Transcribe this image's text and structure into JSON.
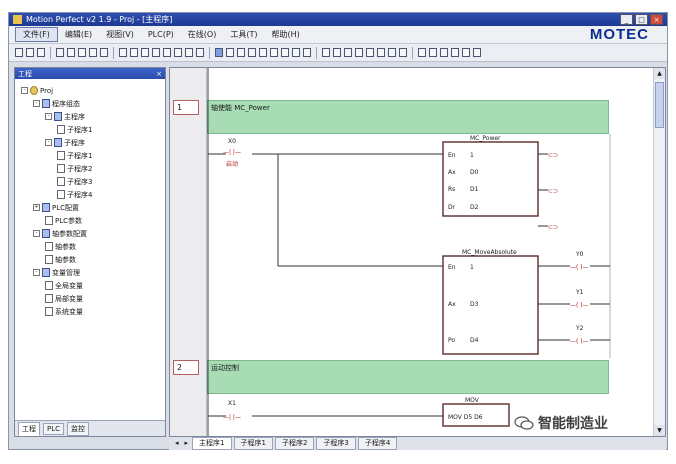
{
  "window": {
    "title": "Motion Perfect v2 1.9 - Proj - [主程序]",
    "controls": [
      "_",
      "□",
      "×"
    ]
  },
  "menu": {
    "items": [
      "文件(F)",
      "编辑(E)",
      "视图(V)",
      "PLC(P)",
      "在线(O)",
      "工具(T)",
      "帮助(H)"
    ],
    "logo": "MOTEC"
  },
  "sidebar": {
    "header": "工程",
    "close": "×",
    "tree": [
      {
        "label": "Proj",
        "depth": 0,
        "icon": "root-icon",
        "expander": "-"
      },
      {
        "label": "程序组态",
        "depth": 1,
        "icon": "folder-icon",
        "expander": "-"
      },
      {
        "label": "主程序",
        "depth": 2,
        "icon": "folder-icon",
        "expander": "-"
      },
      {
        "label": "子程序1",
        "depth": 3,
        "icon": "document-icon",
        "expander": ""
      },
      {
        "label": "子程序",
        "depth": 2,
        "icon": "folder-icon",
        "expander": "-"
      },
      {
        "label": "子程序1",
        "depth": 3,
        "icon": "document-icon",
        "expander": ""
      },
      {
        "label": "子程序2",
        "depth": 3,
        "icon": "document-icon",
        "expander": ""
      },
      {
        "label": "子程序3",
        "depth": 3,
        "icon": "document-icon",
        "expander": ""
      },
      {
        "label": "子程序4",
        "depth": 3,
        "icon": "document-icon",
        "expander": ""
      },
      {
        "label": "PLC配置",
        "depth": 1,
        "icon": "folder-icon",
        "expander": "+"
      },
      {
        "label": "PLC参数",
        "depth": 2,
        "icon": "document-icon",
        "expander": ""
      },
      {
        "label": "轴参数配置",
        "depth": 1,
        "icon": "folder-icon",
        "expander": "-"
      },
      {
        "label": "轴参数",
        "depth": 2,
        "icon": "document-icon",
        "expander": ""
      },
      {
        "label": "轴参数",
        "depth": 2,
        "icon": "document-icon",
        "expander": ""
      },
      {
        "label": "变量管理",
        "depth": 1,
        "icon": "folder-icon",
        "expander": "-"
      },
      {
        "label": "全局变量",
        "depth": 2,
        "icon": "document-icon",
        "expander": ""
      },
      {
        "label": "局部变量",
        "depth": 2,
        "icon": "document-icon",
        "expander": ""
      },
      {
        "label": "系统变量",
        "depth": 2,
        "icon": "document-icon",
        "expander": ""
      }
    ],
    "tabs": [
      "工程",
      "PLC",
      "监控"
    ]
  },
  "editor": {
    "networks": [
      {
        "number": "1",
        "title": "轴使能 MC_Power"
      },
      {
        "number": "2",
        "title": "运动控制"
      }
    ],
    "ladder": {
      "contact1_label": "X0",
      "contact1_sub": "启动",
      "block1_name": "MC_Power",
      "block1_pins": [
        "En",
        "Ax",
        "Rs",
        "Dr"
      ],
      "block1_vals": [
        "1",
        "D0",
        "D1",
        "D2"
      ],
      "block2_name": "MC_MoveAbsolute",
      "block2_pins": [
        "En",
        "Ax",
        "Po"
      ],
      "block2_vals": [
        "1",
        "D3",
        "D4"
      ],
      "coil_labels": [
        "Y0",
        "Y1",
        "Y2"
      ],
      "contact2_label": "X1",
      "block3_text": "MOV D5 D6",
      "block3_name": "MOV"
    }
  },
  "bottom_tabs": [
    "主程序1",
    "子程序1",
    "子程序2",
    "子程序3",
    "子程序4"
  ],
  "bottom_nav": [
    "◂",
    "▸"
  ],
  "watermark": {
    "text": "智能制造业",
    "icon": "wechat-icon"
  }
}
